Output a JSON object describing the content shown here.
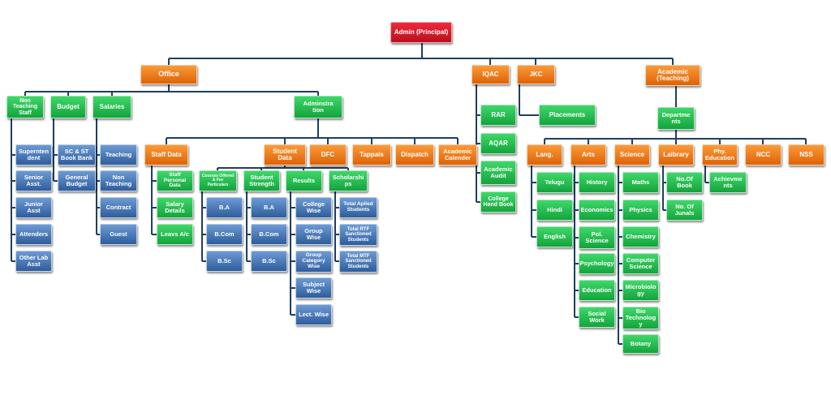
{
  "colors": {
    "red": "#d21424",
    "orange": "#f07b1a",
    "green": "#22bf4d",
    "blue": "#4375b5",
    "line": "#1f3e64"
  },
  "nodes": {
    "admin": "Admin (Principal)",
    "office": "Office",
    "iqac": "IQAC",
    "jkc": "JKC",
    "academic": "Academic\n(Teaching)",
    "non_teaching_staff": "Non\nTeaching\nStaff",
    "budget": "Budget",
    "salaries": "Salaries",
    "administration": "Adminstra\ntion",
    "superintendent": "Supernten\ndent",
    "senior_asst": "Senior\nAsst.",
    "junior_asst": "Junior Asst",
    "attenders": "Attenders",
    "other_lab_asst": "Other Lab\nAsst",
    "sc_st_book_bank": "SC & ST\nBook Bank",
    "general_budget": "General\nBudget",
    "sal_teaching": "Teaching",
    "sal_non_teaching": "Non\nTeaching",
    "sal_contract": "Contract",
    "sal_guest": "Guest",
    "staff_data": "Staff Data",
    "student_data": "Student\nData",
    "dfc": "DFC",
    "tappals": "Tappals",
    "dispatch": "Dispatch",
    "academic_calender": "Academic\nCalender",
    "staff_personal_data": "Staff\nPersonal\nData",
    "salary_details": "Salary\nDetails",
    "leavs_ac": "Leavs A/c",
    "courses_offered": "Courses Offered\n& Fee\nParticulars",
    "student_strength": "Student\nStrength",
    "results": "Results",
    "scholarships": "Scholarshi\nps",
    "co_ba": "B.A",
    "co_bcom": "B.Com",
    "co_bsc": "B.Sc",
    "ss_ba": "B.A",
    "ss_bcom": "B.Com",
    "ss_bsc": "B.Sc",
    "college_wise": "College\nWise",
    "group_wise": "Group\nWise",
    "group_category_wise": "Group\nCategory\nWise",
    "subject_wise": "Subject\nWise",
    "lect_wise": "Lect. Wise",
    "total_aplied": "Total Aplied\nStudents",
    "total_rtf": "Total RTF\nSanctioned\nStudents",
    "total_mtf": "Total MTF\nSanctioned\nStudents",
    "rar": "RAR",
    "aqar": "AQAR",
    "academic_audit": "Academic\nAudit",
    "college_hand_book": "College\nHand Book",
    "placements": "Placements",
    "departments": "Departme\nnts",
    "lang": "Lang.",
    "arts": "Arts",
    "science": "Science",
    "laibrary": "Laibrary",
    "phy_education": "Phy.\nEducation",
    "ncc": "NCC",
    "nss": "NSS",
    "telugu": "Telugu",
    "hindi": "Hindi",
    "english": "English",
    "history": "History",
    "economics": "Economics",
    "pol_science": "Pol.\nScience",
    "psychology": "Psychology",
    "education": "Education",
    "social_work": "Social\nWork",
    "maths": "Maths",
    "physics": "Physics",
    "chemistry": "Chemistry",
    "computer_science": "Computer\nScience",
    "microbiology": "Microbiolo\ngy",
    "bio_technology": "Bio\nTechnolog\ny",
    "botany": "Botany",
    "no_of_book": "No.Of\nBook",
    "no_of_junals": "No. Of\nJunals",
    "achievments": "Achievme\nnts"
  }
}
